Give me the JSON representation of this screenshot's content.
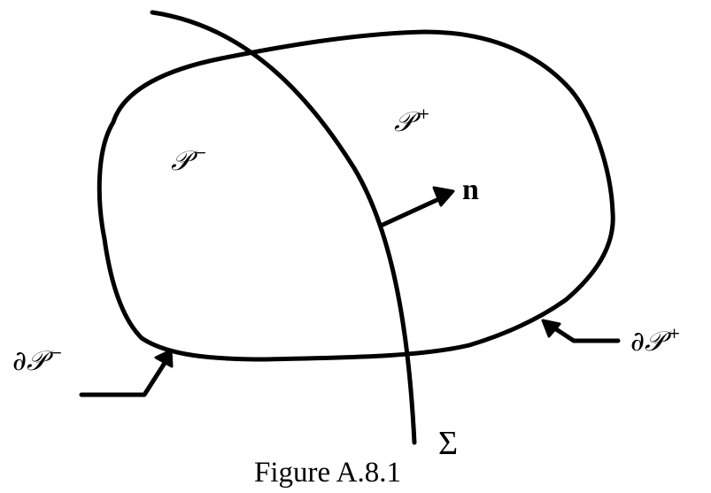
{
  "labels": {
    "region_minus": "𝒫",
    "region_minus_sup": "−",
    "region_plus": "𝒫",
    "region_plus_sup": "+",
    "normal": "n",
    "surface": "Σ",
    "boundary_minus": "∂𝒫",
    "boundary_minus_sup": "−",
    "boundary_plus": "∂𝒫",
    "boundary_plus_sup": "+"
  },
  "caption": "Figure A.8.1",
  "colors": {
    "ink": "#000000",
    "background": "#ffffff"
  }
}
